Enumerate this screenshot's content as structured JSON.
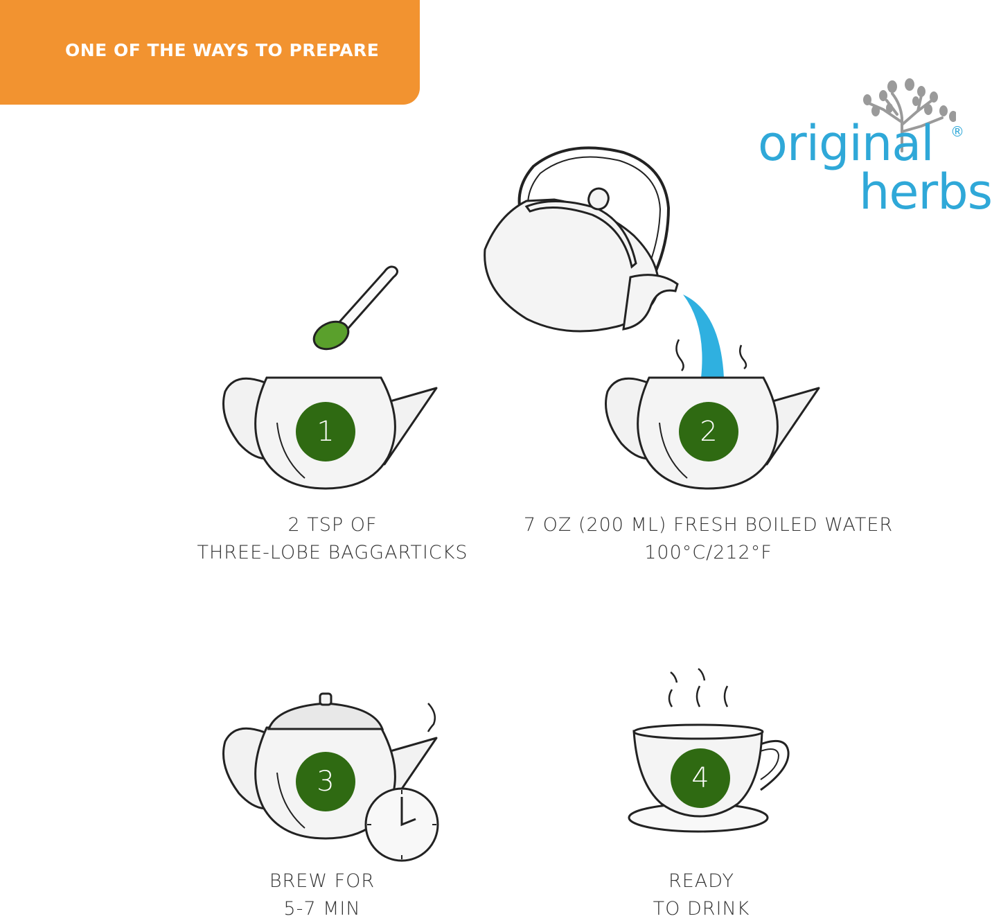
{
  "banner": {
    "text": "ONE OF THE WAYS TO PREPARE"
  },
  "brand": {
    "line1": "original",
    "line2": "herbs",
    "reg": "®"
  },
  "steps": [
    {
      "number": "1",
      "line1": "2 TSP OF",
      "line2": "THREE-LOBE BAGGARTICKS",
      "icon": "teapot-with-spoon-icon"
    },
    {
      "number": "2",
      "line1": "7 OZ (200 ML) FRESH BOILED WATER",
      "line2": "100°C/212°F",
      "icon": "kettle-pouring-icon"
    },
    {
      "number": "3",
      "line1": "BREW FOR",
      "line2": "5-7 MIN",
      "icon": "teapot-with-clock-icon"
    },
    {
      "number": "4",
      "line1": "READY",
      "line2": "TO DRINK",
      "icon": "tea-cup-icon"
    }
  ],
  "colors": {
    "banner": "#f29330",
    "badge": "#2f6a12",
    "brand": "#2fa8d8",
    "water": "#2fb0e0",
    "leaf": "#5aa02c"
  }
}
